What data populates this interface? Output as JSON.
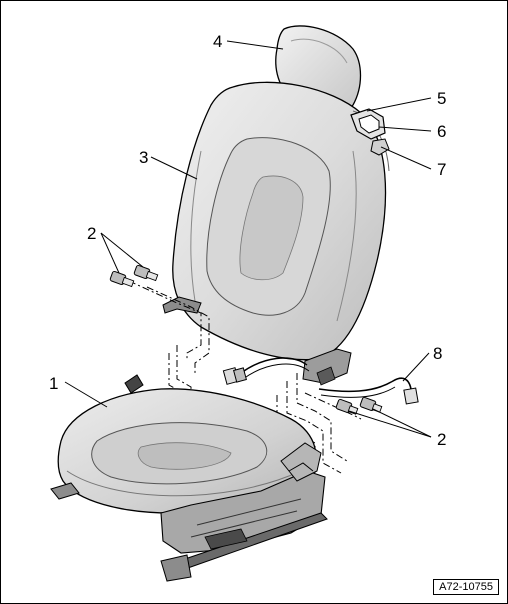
{
  "callouts": {
    "c1": "1",
    "c2_upper": "2",
    "c2_lower": "2",
    "c3": "3",
    "c4": "4",
    "c5": "5",
    "c6": "6",
    "c7": "7",
    "c8": "8"
  },
  "reference_code": "A72-10755",
  "colors": {
    "ink": "#000000",
    "seat_light": "#e6e6e6",
    "seat_mid": "#cfcfcf",
    "seat_dark": "#a9a9a9",
    "frame_dark": "#4a4a4a"
  }
}
